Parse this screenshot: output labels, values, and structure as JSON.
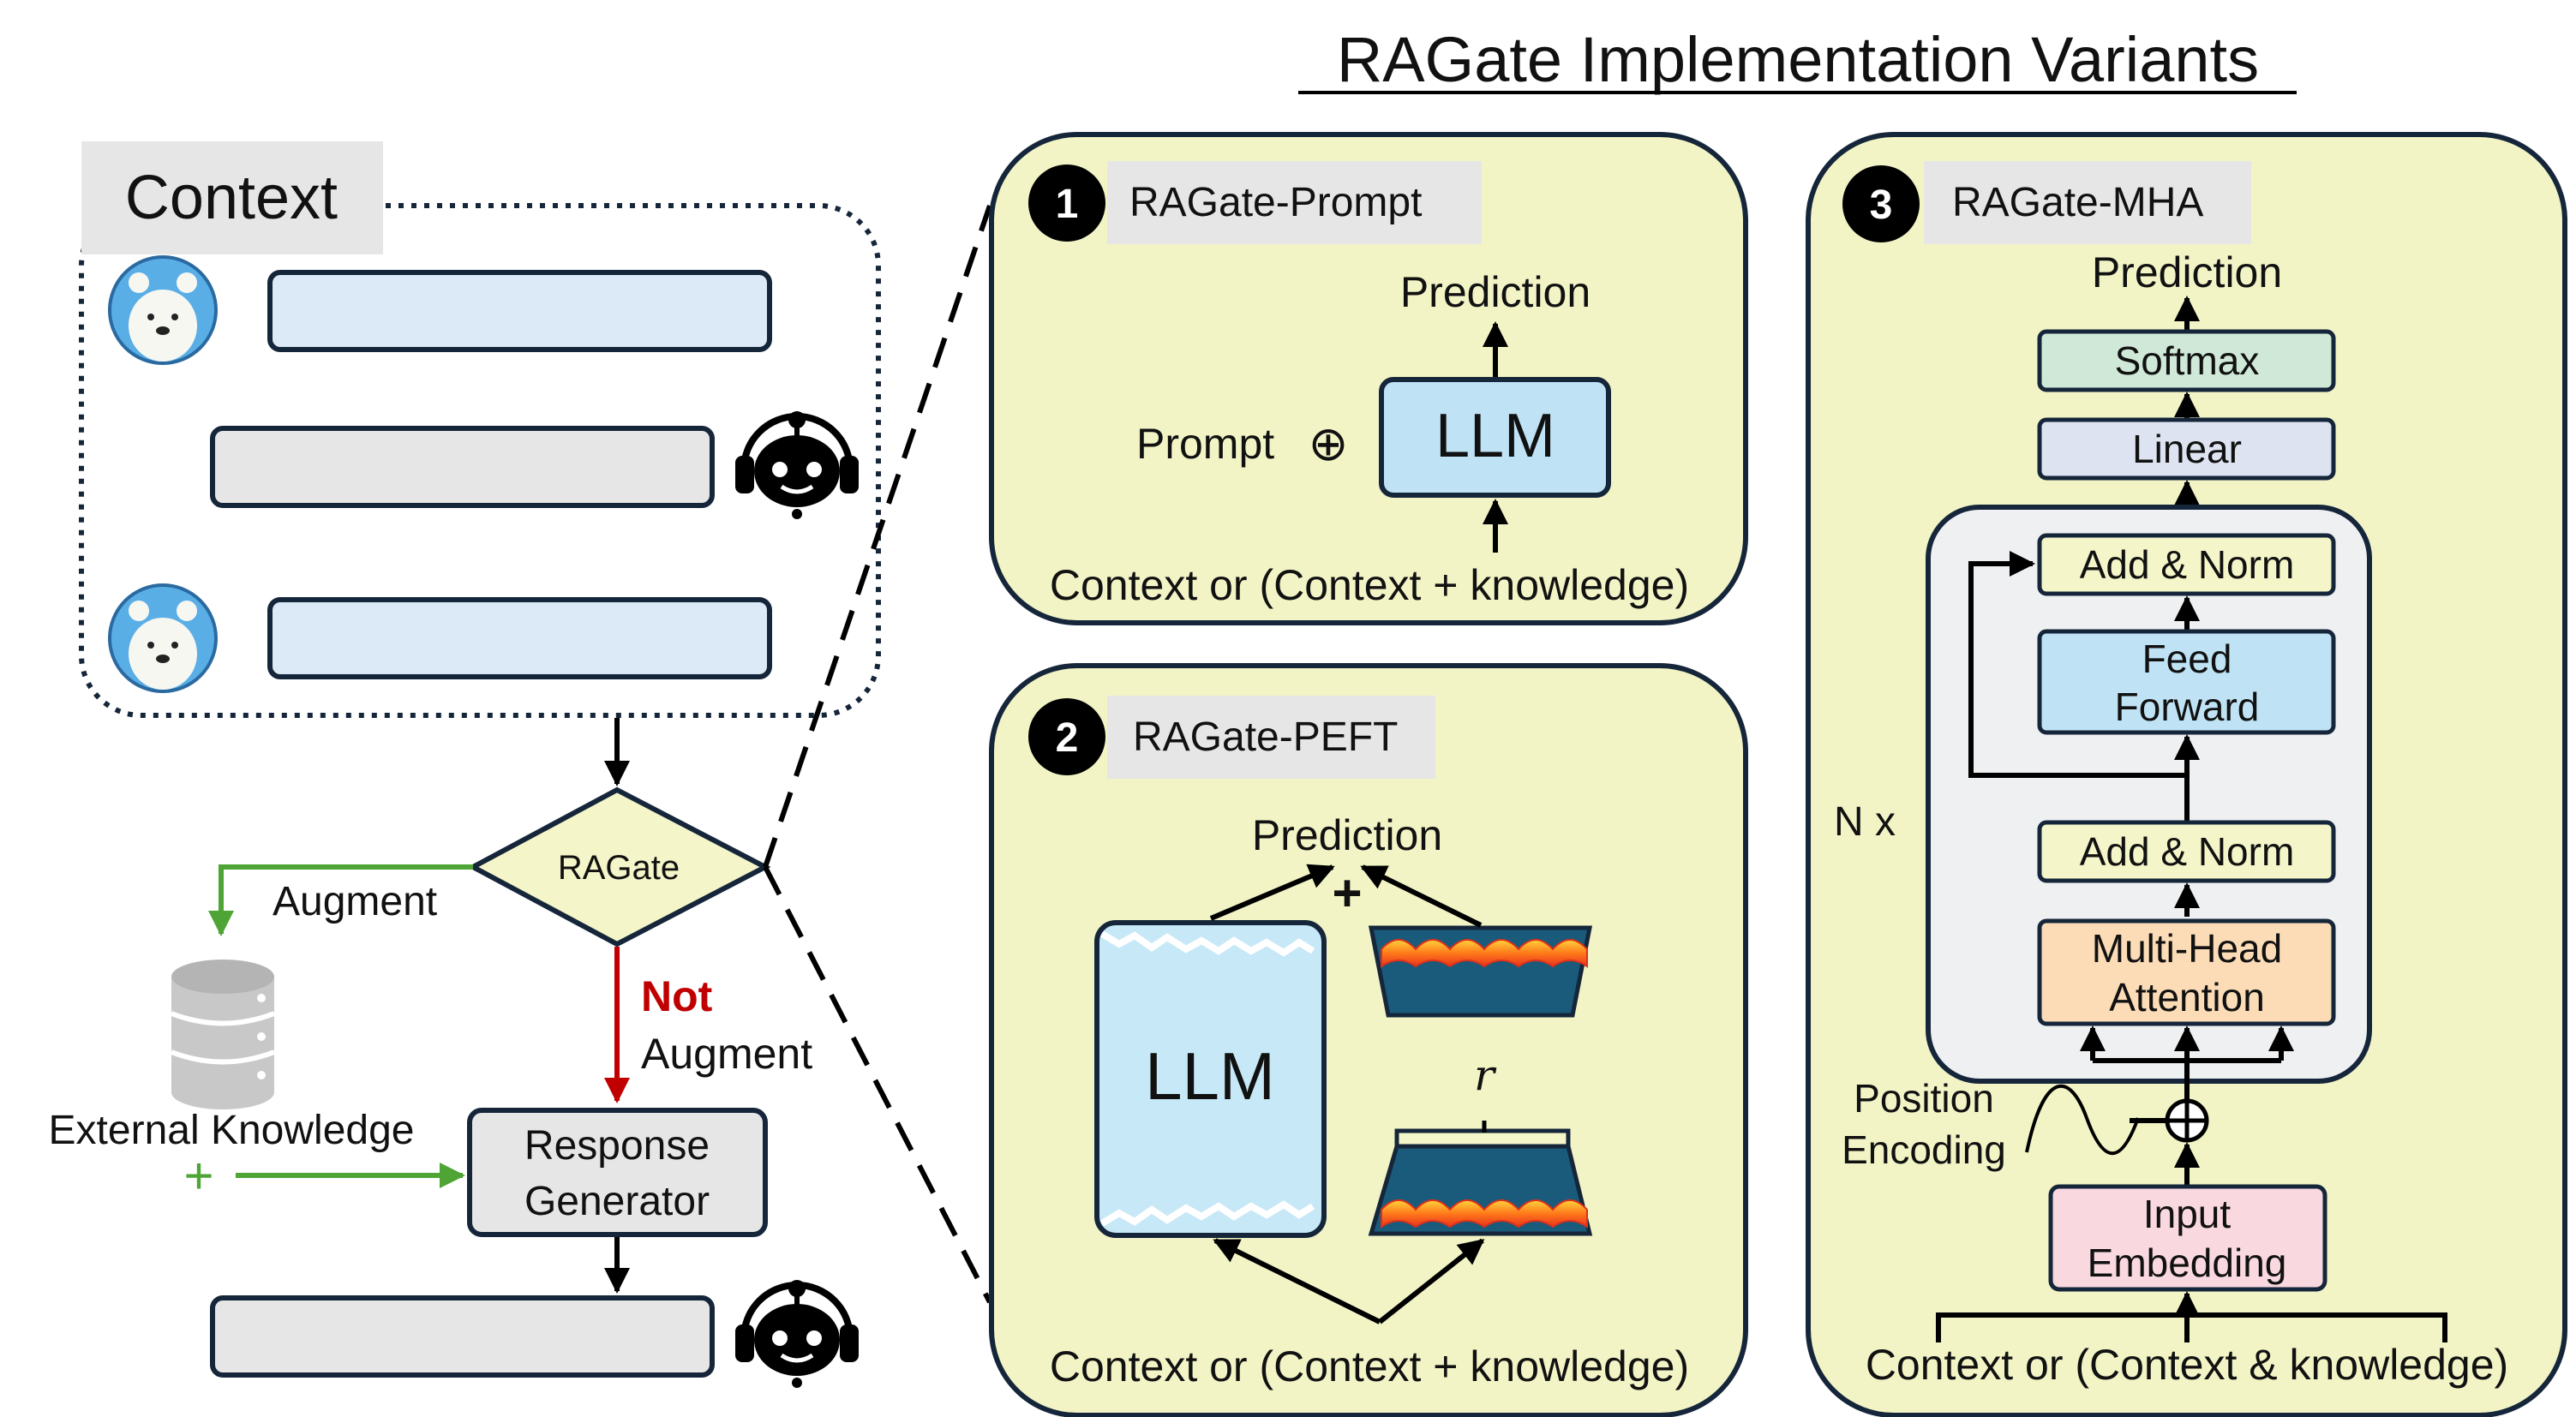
{
  "title": "RAGate Implementation Variants",
  "left": {
    "context_label": "Context",
    "ragate_label": "RAGate",
    "augment_label": "Augment",
    "not_label": "Not",
    "not_augment_label": "Augment",
    "external_knowledge_label": "External Knowledge",
    "plus_symbol": "+",
    "response_generator_line1": "Response",
    "response_generator_line2": "Generator"
  },
  "prompt_panel": {
    "badge": "1",
    "title": "RAGate-Prompt",
    "prediction": "Prediction",
    "prompt": "Prompt",
    "oplus": "⊕",
    "llm": "LLM",
    "input": "Context or (Context + knowledge)"
  },
  "peft_panel": {
    "badge": "2",
    "title": "RAGate-PEFT",
    "prediction": "Prediction",
    "plus": "+",
    "llm": "LLM",
    "r": "r",
    "input": "Context or (Context + knowledge)"
  },
  "mha_panel": {
    "badge": "3",
    "title": "RAGate-MHA",
    "prediction": "Prediction",
    "softmax": "Softmax",
    "linear": "Linear",
    "add_norm_top": "Add & Norm",
    "feed_forward_1": "Feed",
    "feed_forward_2": "Forward",
    "add_norm_bottom": "Add & Norm",
    "mha_1": "Multi-Head",
    "mha_2": "Attention",
    "nx": "N x",
    "pos_enc_1": "Position",
    "pos_enc_2": "Encoding",
    "embed_1": "Input",
    "embed_2": "Embedding",
    "input": "Context or (Context & knowledge)"
  },
  "colors": {
    "panel_fill": "#f2f4c6",
    "user_bubble": "#dce9f7",
    "bot_bubble": "#e6e6e6",
    "softmax": "#cfe8d7",
    "linear": "#dde3f1",
    "add_norm": "#f4f5c8",
    "feed_forward": "#bfe3f5",
    "mha": "#fbdcb6",
    "embedding": "#f9d8e0",
    "augment_green": "#4ea535",
    "not_red": "#c00000"
  }
}
